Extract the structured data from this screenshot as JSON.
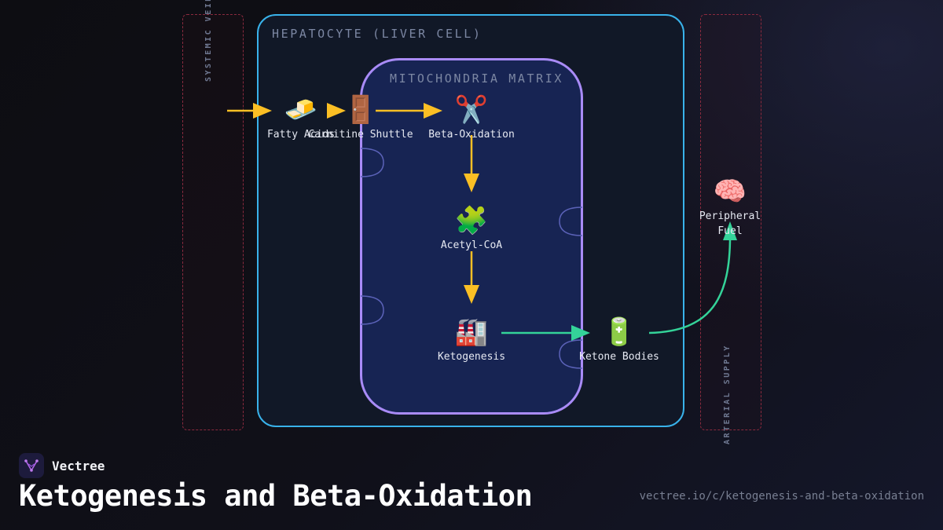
{
  "diagram": {
    "compartments": {
      "systemic": "SYSTEMIC VEIN",
      "hepatocyte": "HEPATOCYTE (LIVER CELL)",
      "mitochondria": "MITOCHONDRIA MATRIX",
      "arterial": "ARTERIAL SUPPLY"
    },
    "nodes": [
      {
        "id": "fatty-acids",
        "label": "Fatty Acids",
        "icon": "butter-icon",
        "emoji": "🧈"
      },
      {
        "id": "carnitine-shuttle",
        "label": "Carnitine Shuttle",
        "icon": "door-icon",
        "emoji": "🚪"
      },
      {
        "id": "beta-oxidation",
        "label": "Beta-Oxidation",
        "icon": "scissors-icon",
        "emoji": "✂️"
      },
      {
        "id": "acetyl-coa",
        "label": "Acetyl-CoA",
        "icon": "puzzle-piece-icon",
        "emoji": "🧩"
      },
      {
        "id": "ketogenesis",
        "label": "Ketogenesis",
        "icon": "factory-icon",
        "emoji": "🏭"
      },
      {
        "id": "ketone-bodies",
        "label": "Ketone Bodies",
        "icon": "battery-icon",
        "emoji": "🔋"
      },
      {
        "id": "peripheral-fuel",
        "label": "Peripheral Fuel",
        "icon": "brain-icon",
        "emoji": "🧠"
      }
    ],
    "edges": [
      {
        "from": "systemic-vein",
        "to": "fatty-acids",
        "color": "#fbbf24"
      },
      {
        "from": "fatty-acids",
        "to": "carnitine-shuttle",
        "color": "#fbbf24"
      },
      {
        "from": "carnitine-shuttle",
        "to": "beta-oxidation",
        "color": "#fbbf24"
      },
      {
        "from": "beta-oxidation",
        "to": "acetyl-coa",
        "color": "#fbbf24"
      },
      {
        "from": "acetyl-coa",
        "to": "ketogenesis",
        "color": "#fbbf24"
      },
      {
        "from": "ketogenesis",
        "to": "ketone-bodies",
        "color": "#34d399"
      },
      {
        "from": "ketone-bodies",
        "to": "peripheral-fuel",
        "color": "#34d399"
      }
    ],
    "colors": {
      "hepatocyte_border": "#39b2ea",
      "mitochondria_border": "#a98bf7",
      "vessel_border": "#8a2a3e",
      "fat_pathway": "#fbbf24",
      "ketone_pathway": "#34d399"
    }
  },
  "footer": {
    "brand": "Vectree",
    "title": "Ketogenesis and Beta-Oxidation",
    "url": "vectree.io/c/ketogenesis-and-beta-oxidation"
  }
}
